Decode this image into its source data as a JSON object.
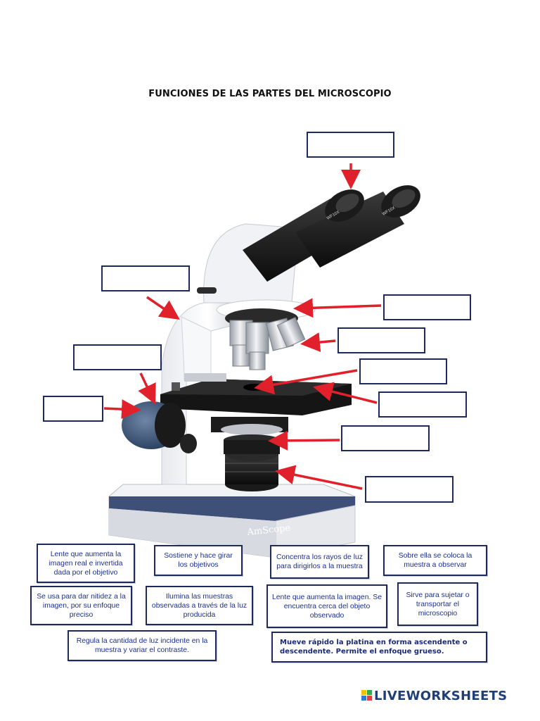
{
  "title": "FUNCIONES DE LAS PARTES DEL MICROSCOPIO",
  "microscope": {
    "brand_label": "AmScope",
    "eyepiece_marks": [
      "WF10X",
      "WF10X"
    ]
  },
  "answer_boxes": [
    "",
    "",
    "",
    "",
    "",
    "",
    "",
    "",
    "",
    ""
  ],
  "definitions": [
    "Lente que aumenta la imagen real e invertida dada por el objetivo",
    "Sostiene y hace girar los objetivos",
    "Concentra los rayos de luz para dirigirlos a la muestra",
    "Sobre ella se coloca la muestra a observar",
    "Se usa para dar nitidez a la imagen, por su enfoque preciso",
    "Ilumina las muestras observadas a través de la luz producida",
    "Lente que aumenta la imagen. Se encuentra cerca del objeto observado",
    "Sirve para sujetar o transportar el microscopio",
    "Regula la cantidad de luz incidente en la muestra y variar el contraste.",
    "Mueve rápido la platina en forma ascendente o descendente. Permite el enfoque grueso."
  ],
  "footer": {
    "brand": "LIVEWORKSHEETS"
  },
  "colors": {
    "arrow": "#e0202a",
    "box_border": "#1e2a5a",
    "card_text": "#1c2f8f",
    "brand": "#1f3f78"
  }
}
